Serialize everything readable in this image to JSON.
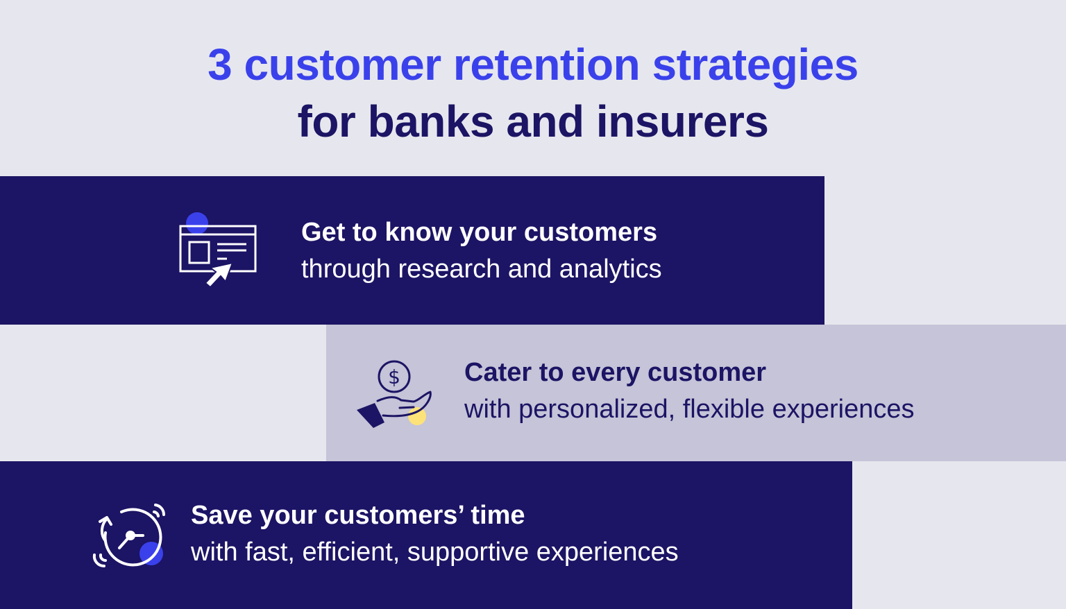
{
  "title": {
    "line1": "3 customer retention strategies",
    "line2": "for banks and insurers"
  },
  "strategies": [
    {
      "headline": "Get to know your customers",
      "subline": "through research and analytics",
      "icon": "browser-window-cursor-icon"
    },
    {
      "headline": "Cater to every customer",
      "subline": "with personalized, flexible experiences",
      "icon": "hand-holding-dollar-coin-icon"
    },
    {
      "headline": "Save your customers’ time",
      "subline": "with fast, efficient, supportive experiences",
      "icon": "clock-rotate-icon"
    }
  ],
  "colors": {
    "background": "#e6e7ee",
    "navy": "#1c1464",
    "accent_blue": "#3a41eb",
    "lavender": "#c5c4d8",
    "yellow": "#fde27a",
    "white": "#ffffff"
  }
}
